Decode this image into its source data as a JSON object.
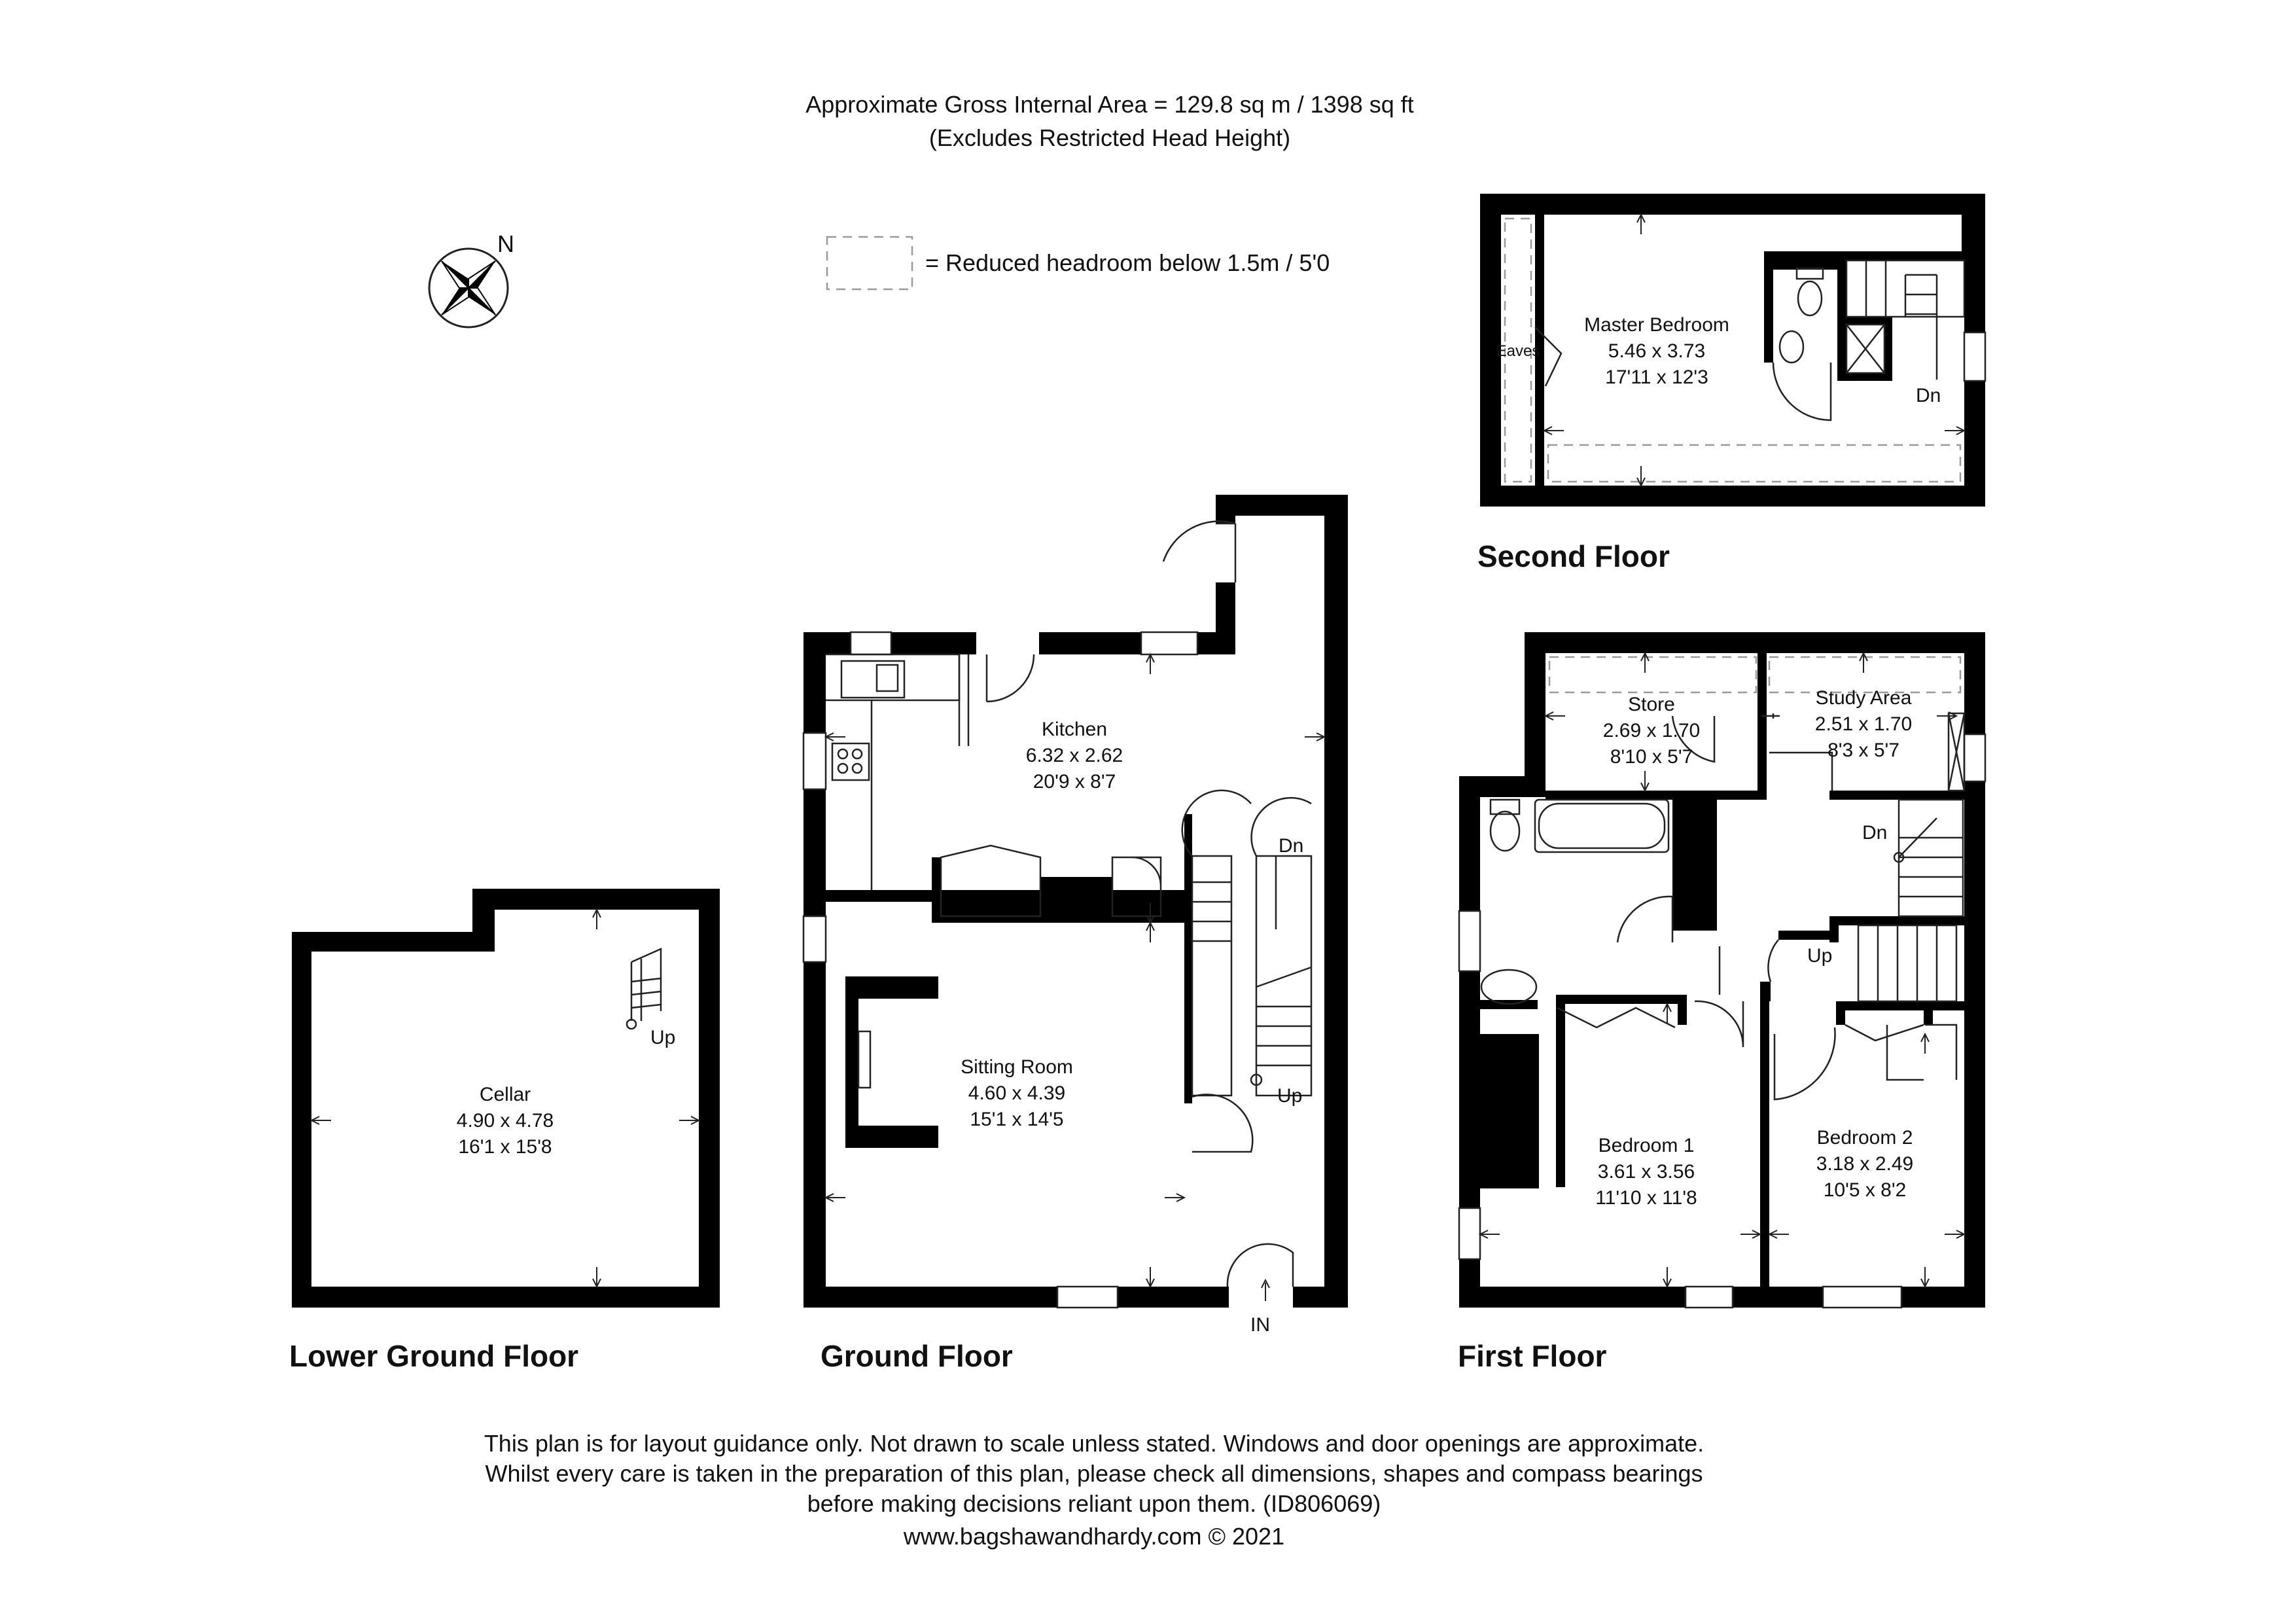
{
  "header": {
    "area_line": "Approximate Gross Internal Area = 129.8 sq m / 1398 sq ft",
    "excludes_line": "(Excludes Restricted Head Height)"
  },
  "compass": {
    "label": "N",
    "icon": "compass-rose-icon"
  },
  "legend": {
    "text": "= Reduced headroom below 1.5m / 5'0"
  },
  "floors": {
    "lower_ground": {
      "title": "Lower Ground Floor",
      "rooms": [
        {
          "name": "Cellar",
          "metric": "4.90 x 4.78",
          "imperial": "16'1 x 15'8"
        }
      ],
      "stair_label": "Up"
    },
    "ground": {
      "title": "Ground Floor",
      "rooms": [
        {
          "name": "Kitchen",
          "metric": "6.32 x 2.62",
          "imperial": "20'9 x 8'7"
        },
        {
          "name": "Sitting Room",
          "metric": "4.60 x 4.39",
          "imperial": "15'1 x 14'5"
        }
      ],
      "stair_down": "Dn",
      "stair_up": "Up",
      "entrance": "IN"
    },
    "first": {
      "title": "First Floor",
      "rooms": [
        {
          "name": "Store",
          "metric": "2.69 x 1.70",
          "imperial": "8'10 x 5'7"
        },
        {
          "name": "Study Area",
          "metric": "2.51 x 1.70",
          "imperial": "8'3 x 5'7"
        },
        {
          "name": "Bedroom 1",
          "metric": "3.61 x 3.56",
          "imperial": "11'10 x 11'8"
        },
        {
          "name": "Bedroom 2",
          "metric": "3.18 x 2.49",
          "imperial": "10'5 x 8'2"
        }
      ],
      "stair_down": "Dn",
      "stair_up": "Up"
    },
    "second": {
      "title": "Second Floor",
      "rooms": [
        {
          "name": "Master Bedroom",
          "metric": "5.46 x 3.73",
          "imperial": "17'11 x 12'3"
        }
      ],
      "eaves": "Eaves",
      "stair_down": "Dn"
    }
  },
  "footer": {
    "line1": "This plan is for layout guidance only. Not drawn to scale unless stated. Windows and door openings are approximate.",
    "line2": "Whilst every care is taken in the preparation of this plan, please check all dimensions, shapes and compass bearings",
    "line3": "before making decisions reliant upon them. (ID806069)",
    "line4": "www.bagshawandhardy.com © 2021"
  }
}
